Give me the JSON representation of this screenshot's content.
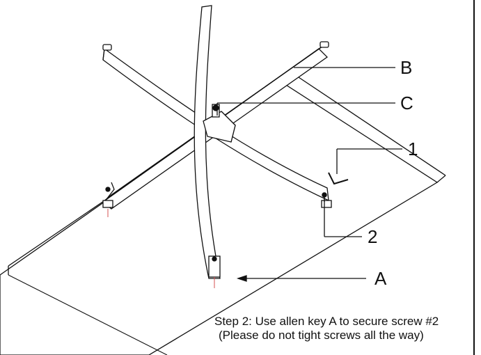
{
  "callouts": {
    "a": "A",
    "b": "B",
    "c": "C",
    "one": "1",
    "two": "2"
  },
  "caption": {
    "line1": "Step 2: Use allen key A to secure screw #2",
    "line2": "(Please do not tight screws all the way)"
  },
  "colors": {
    "ink": "#111111",
    "board": "#ffffff",
    "leg_fill": "#ffffff",
    "screw_marker": "#d65050"
  }
}
